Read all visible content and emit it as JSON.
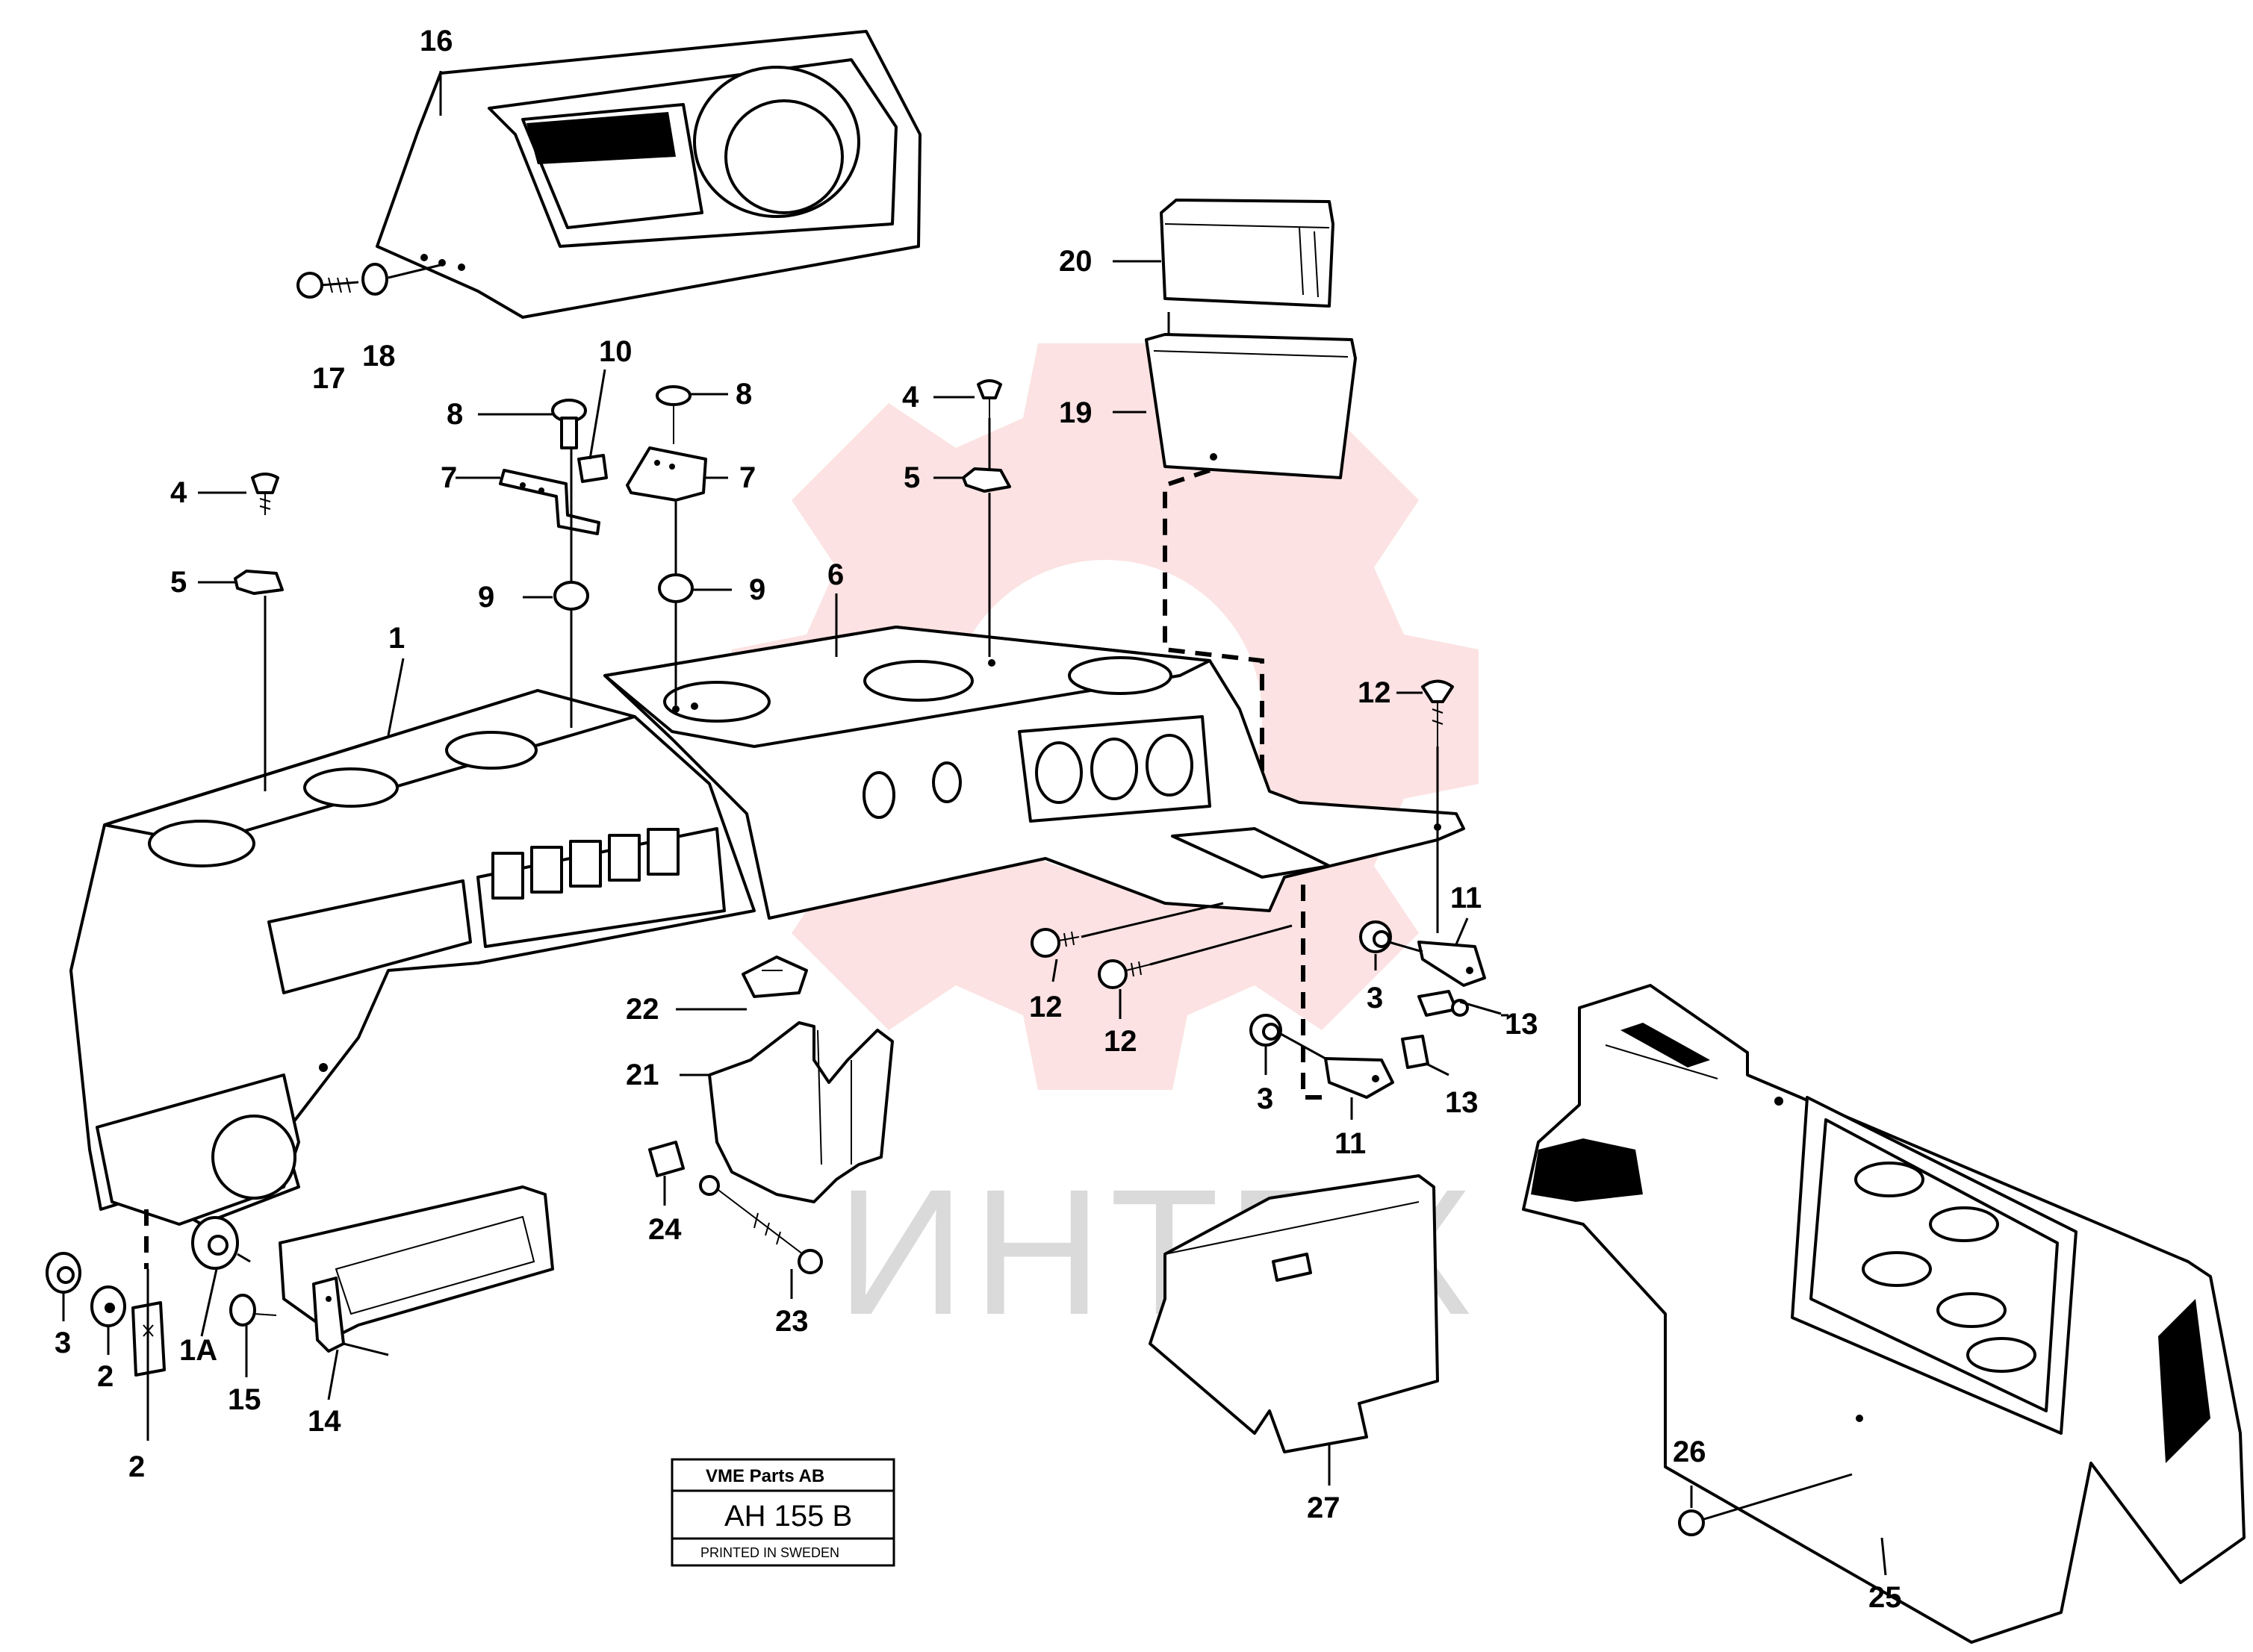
{
  "watermark": {
    "text": "ИНТЕХ",
    "gear_color": "#e83030"
  },
  "stamp": {
    "company": "VME Parts AB",
    "drawing_number": "AH 155  B",
    "printed": "PRINTED IN SWEDEN"
  },
  "callouts": [
    {
      "label": "16"
    },
    {
      "label": "17"
    },
    {
      "label": "18"
    },
    {
      "label": "20"
    },
    {
      "label": "19"
    },
    {
      "label": "4"
    },
    {
      "label": "5"
    },
    {
      "label": "8"
    },
    {
      "label": "10"
    },
    {
      "label": "8"
    },
    {
      "label": "7"
    },
    {
      "label": "7"
    },
    {
      "label": "9"
    },
    {
      "label": "9"
    },
    {
      "label": "4"
    },
    {
      "label": "5"
    },
    {
      "label": "6"
    },
    {
      "label": "1"
    },
    {
      "label": "12"
    },
    {
      "label": "11"
    },
    {
      "label": "12"
    },
    {
      "label": "12"
    },
    {
      "label": "3"
    },
    {
      "label": "13"
    },
    {
      "label": "3"
    },
    {
      "label": "13"
    },
    {
      "label": "11"
    },
    {
      "label": "22"
    },
    {
      "label": "21"
    },
    {
      "label": "24"
    },
    {
      "label": "23"
    },
    {
      "label": "3"
    },
    {
      "label": "2"
    },
    {
      "label": "2"
    },
    {
      "label": "1A"
    },
    {
      "label": "15"
    },
    {
      "label": "14"
    },
    {
      "label": "27"
    },
    {
      "label": "26"
    },
    {
      "label": "25"
    }
  ]
}
